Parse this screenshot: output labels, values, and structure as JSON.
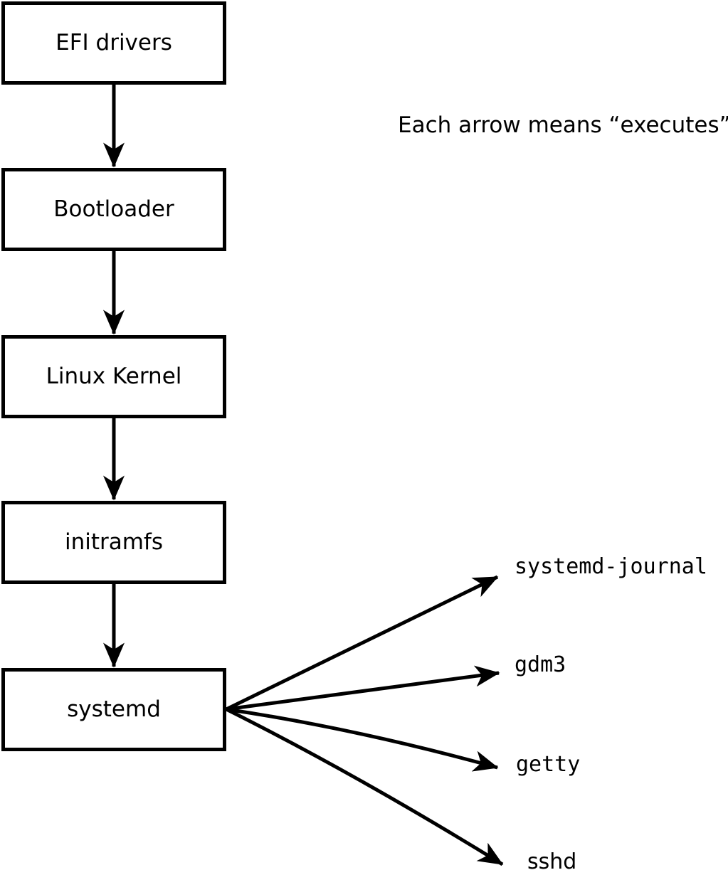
{
  "caption": "Each arrow means “executes”.",
  "chain": [
    {
      "label": "EFI drivers"
    },
    {
      "label": "Bootloader"
    },
    {
      "label": "Linux Kernel"
    },
    {
      "label": "initramfs"
    },
    {
      "label": "systemd"
    }
  ],
  "services": [
    {
      "label": "systemd-journal"
    },
    {
      "label": "gdm3"
    },
    {
      "label": "getty"
    },
    {
      "label": "sshd"
    }
  ],
  "arrow_meaning": "executes",
  "colors": {
    "stroke": "#000000",
    "background": "#ffffff",
    "box_fill": "#ffffff"
  }
}
